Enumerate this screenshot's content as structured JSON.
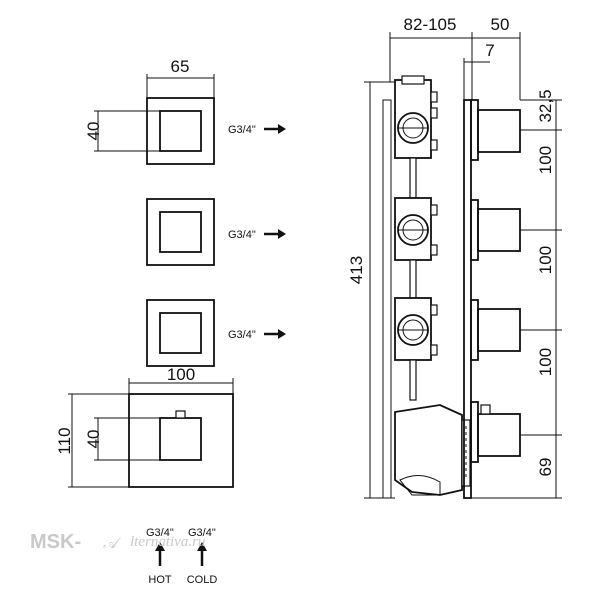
{
  "left_view": {
    "dim_width_small": "65",
    "dim_height_small": "40",
    "outlets": [
      {
        "label": "G3/4\""
      },
      {
        "label": "G3/4\""
      },
      {
        "label": "G3/4\""
      }
    ],
    "dim_width_large": "100",
    "dim_height_large": "110",
    "dim_height_inner": "40",
    "inlets": [
      {
        "label": "G3/4\"",
        "caption": "HOT"
      },
      {
        "label": "G3/4\"",
        "caption": "COLD"
      }
    ]
  },
  "side_view": {
    "dim_depth_body": "82-105",
    "dim_depth_handle": "50",
    "dim_plate": "7",
    "dim_total_height": "413",
    "dim_top_offset": "32,5",
    "dim_spacing": [
      "100",
      "100",
      "100"
    ],
    "dim_bottom": "69"
  },
  "watermark": {
    "brand": "MSK-",
    "brand_tail": "lternativa.ru"
  }
}
